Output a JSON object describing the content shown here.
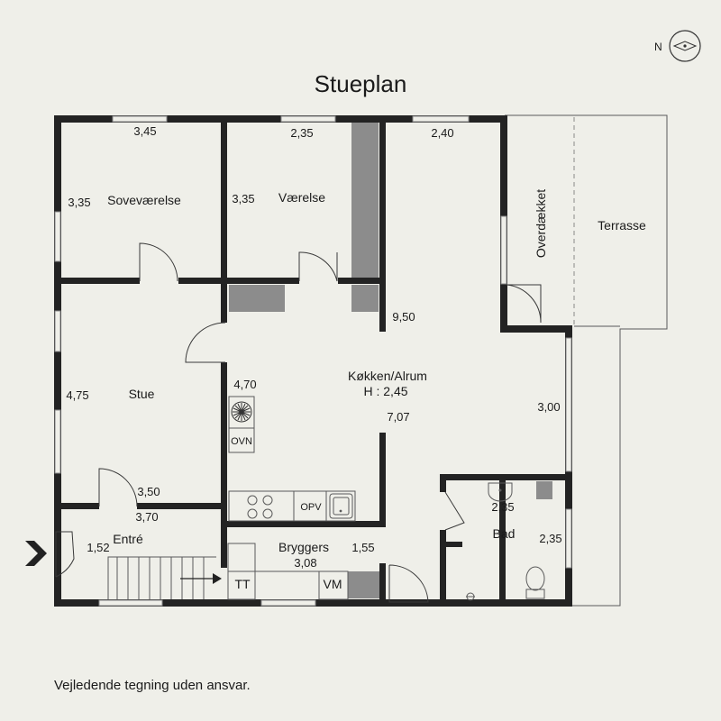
{
  "title": "Stueplan",
  "disclaimer": "Vejledende tegning uden ansvar.",
  "compass": {
    "label": "N"
  },
  "rooms": {
    "sovevaerelse": "Soveværelse",
    "vaerelse": "Værelse",
    "stue": "Stue",
    "koekken": "Køkken/Alrum",
    "koekken_height": "H : 2,45",
    "entre": "Entré",
    "bryggers": "Bryggers",
    "bad": "Bad",
    "overdaekket": "Overdækket",
    "terrasse": "Terrasse"
  },
  "dimensions": {
    "sove_w": "3,45",
    "sove_h": "3,35",
    "vaer_w": "2,35",
    "vaer_h": "3,35",
    "top_right_w": "2,40",
    "kitchen_len": "9,50",
    "stue_h": "4,75",
    "kitchen_w": "4,70",
    "kitchen_d": "7,07",
    "right_w": "3,00",
    "stue_w": "3,50",
    "entre_w": "3,70",
    "entre_h": "1,52",
    "bryggers_h": "1,55",
    "bryggers_w": "3,08",
    "bad_w": "2,35",
    "bad_h": "2,35"
  },
  "fixtures": {
    "oven": "OVN",
    "dishwasher": "OPV",
    "dryer": "TT",
    "washer": "VM"
  }
}
